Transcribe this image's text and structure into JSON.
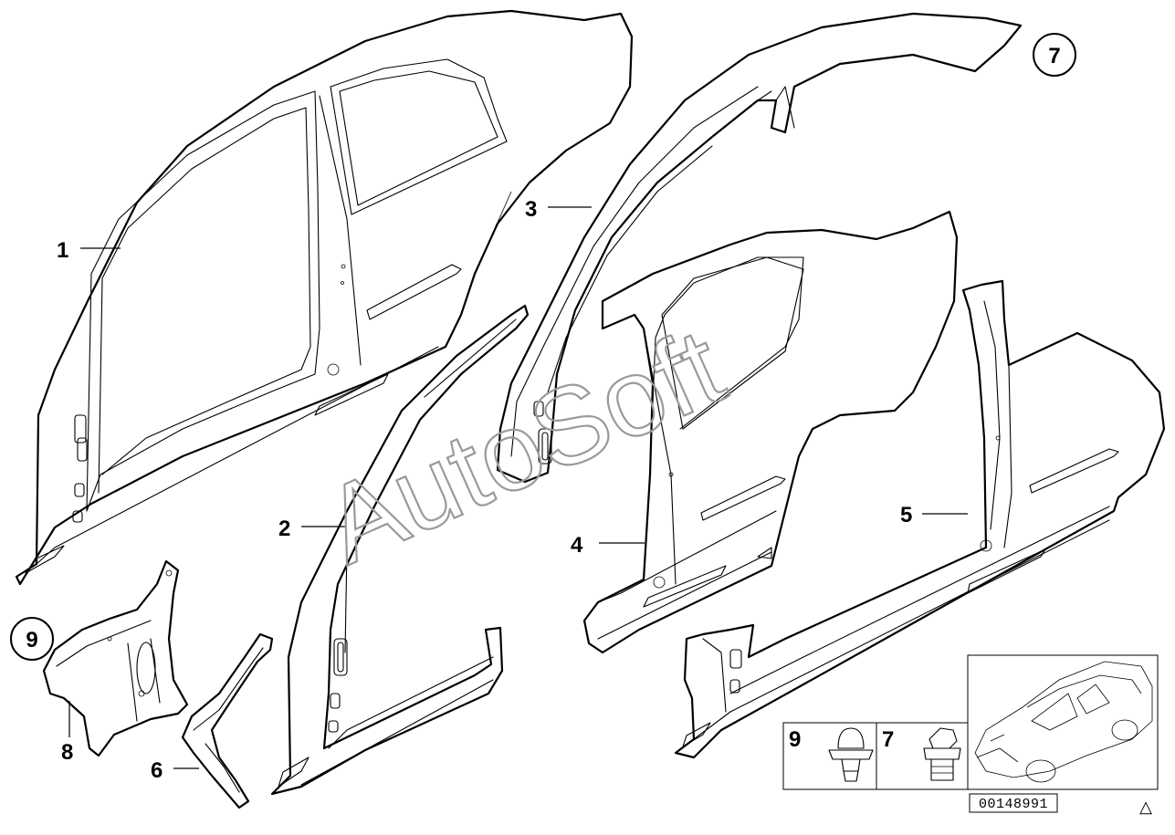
{
  "callouts": [
    {
      "id": "1",
      "label": "1"
    },
    {
      "id": "2",
      "label": "2"
    },
    {
      "id": "3",
      "label": "3"
    },
    {
      "id": "4",
      "label": "4"
    },
    {
      "id": "5",
      "label": "5"
    },
    {
      "id": "6",
      "label": "6"
    },
    {
      "id": "7",
      "label": "7"
    },
    {
      "id": "8",
      "label": "8"
    },
    {
      "id": "9",
      "label": "9"
    }
  ],
  "circled_refs": {
    "top_right": "7",
    "left": "9"
  },
  "fastener_box": {
    "left_label": "9",
    "right_label": "7"
  },
  "watermark": "AutoSoft",
  "part_number": "00148991",
  "warning_symbol": "△"
}
